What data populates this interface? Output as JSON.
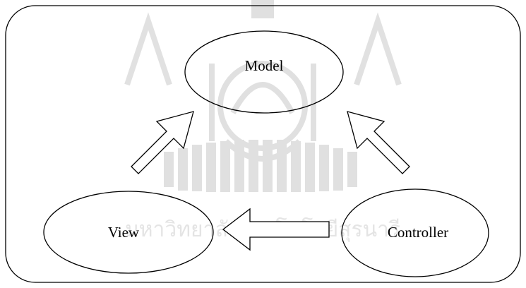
{
  "diagram": {
    "nodes": {
      "model": {
        "label": "Model"
      },
      "view": {
        "label": "View"
      },
      "controller": {
        "label": "Controller"
      }
    },
    "edges": [
      {
        "from": "View",
        "to": "Model"
      },
      {
        "from": "Controller",
        "to": "Model"
      },
      {
        "from": "Controller",
        "to": "View"
      }
    ]
  },
  "watermark": {
    "text": "มหาวิทยาลัยเทคโนโลยีสุรนารี",
    "color": "#d9d9d9"
  },
  "colors": {
    "stroke": "#000000",
    "background": "#ffffff"
  }
}
